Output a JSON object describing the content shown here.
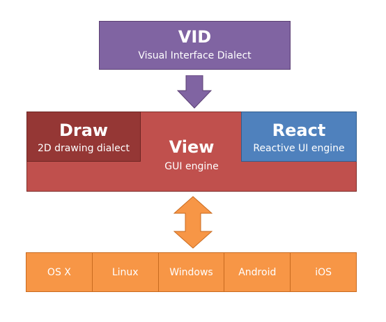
{
  "colors": {
    "vid_fill": "#8064a2",
    "view_fill": "#c0504d",
    "draw_fill": "#953735",
    "react_fill": "#4f81bd",
    "platform_fill": "#f79646",
    "down_arrow_fill": "#8064a2",
    "updown_arrow_fill": "#f79646",
    "text": "#ffffff"
  },
  "vid": {
    "title": "VID",
    "subtitle": "Visual Interface Dialect"
  },
  "view": {
    "title": "View",
    "subtitle": "GUI engine"
  },
  "draw": {
    "title": "Draw",
    "subtitle": "2D drawing dialect"
  },
  "react": {
    "title": "React",
    "subtitle": "Reactive UI engine"
  },
  "platforms": [
    {
      "label": "OS X"
    },
    {
      "label": "Linux"
    },
    {
      "label": "Windows"
    },
    {
      "label": "Android"
    },
    {
      "label": "iOS"
    }
  ]
}
